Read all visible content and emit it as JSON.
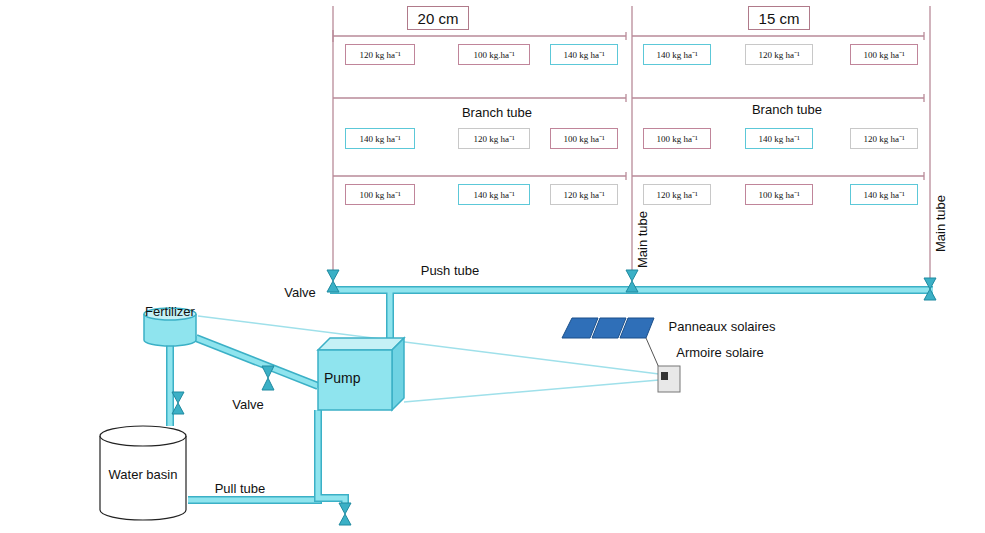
{
  "diagram": {
    "nodes": [
      {
        "text": [
          "20 cm"
        ]
      },
      {
        "text": [
          "15 cm"
        ]
      },
      {
        "text": [
          "120 kg ha⁻¹"
        ]
      },
      {
        "text": [
          "100 kg.ha⁻¹"
        ]
      },
      {
        "text": [
          "140 kg ha⁻¹"
        ]
      },
      {
        "text": [
          "140 kg ha⁻¹"
        ]
      },
      {
        "text": [
          "120 kg ha⁻¹"
        ]
      },
      {
        "text": [
          "100 kg ha⁻¹"
        ]
      },
      {
        "text": [
          "100 kg ha⁻¹"
        ]
      },
      {
        "text": [
          "140 kg ha⁻¹"
        ]
      },
      {
        "text": [
          "120 kg ha⁻¹"
        ]
      },
      {
        "text": [
          "140 kg ha⁻¹"
        ]
      },
      {
        "text": [
          "120 kg ha⁻¹"
        ]
      },
      {
        "text": [
          "100 kg ha⁻¹"
        ]
      },
      {
        "text": [
          "100 kg ha⁻¹"
        ]
      },
      {
        "text": [
          "140 kg ha⁻¹"
        ]
      },
      {
        "text": [
          "120 kg ha⁻¹"
        ]
      },
      {
        "text": [
          "120 kg ha⁻¹"
        ]
      },
      {
        "text": [
          "100 kg ha⁻¹"
        ]
      },
      {
        "text": [
          "140 kg ha⁻¹"
        ]
      },
      {
        "text": [
          "Fertilizer"
        ]
      },
      {
        "text": [
          "Pump"
        ]
      },
      {
        "text": [
          "Water basin"
        ]
      }
    ],
    "edges": [
      {
        "from": 22,
        "to": 20,
        "arrow": "none"
      },
      {
        "from": 20,
        "to": 21,
        "arrow": "none"
      },
      {
        "from": 22,
        "to": 21,
        "arrow": "none"
      }
    ],
    "labels": [
      "Branch tube",
      "Branch tube",
      "Main tube",
      "Main tube",
      "Push tube",
      "Valve",
      "Valve",
      "Panneaux solaires",
      "Armoire solaire",
      "Pull tube"
    ]
  }
}
